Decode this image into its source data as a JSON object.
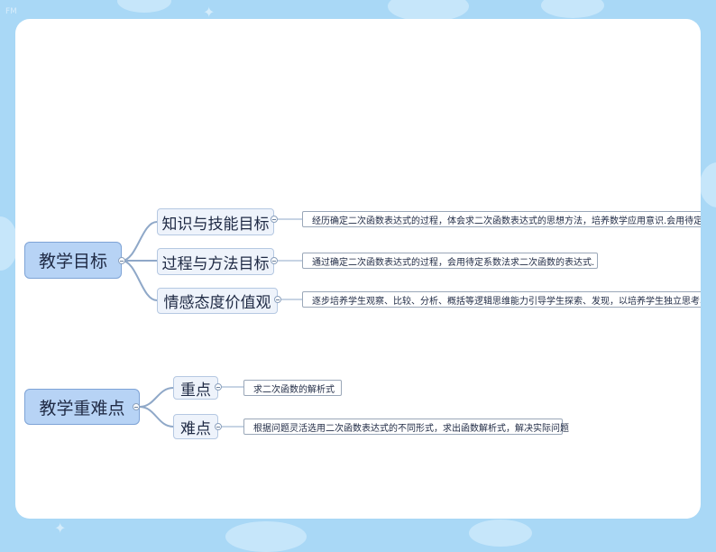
{
  "background": {
    "color": "#a9d8f6",
    "card_color": "#ffffff"
  },
  "corner_label": "FM",
  "mindmap": {
    "goals": {
      "title": "教学目标",
      "branches": [
        {
          "label": "知识与技能目标",
          "text": "经历确定二次函数表达式的过程，体会求二次函数表达式的思想方法，培养数学应用意识.会用待定系数法"
        },
        {
          "label": "过程与方法目标",
          "text": "通过确定二次函数表达式的过程，会用待定系数法求二次函数的表达式."
        },
        {
          "label": "情感态度价值观",
          "text": "逐步培养学生观察、比较、分析、概括等逻辑思维能力引导学生探索、发现，以培养学生独立思考、勇于"
        }
      ]
    },
    "key_points": {
      "title": "教学重难点",
      "branches": [
        {
          "label": "重点",
          "text": "求二次函数的解析式"
        },
        {
          "label": "难点",
          "text": "根据问题灵活选用二次函数表达式的不同形式，求出函数解析式，解决实际问题"
        }
      ]
    }
  },
  "colors": {
    "root_fill": "#b7d3f5",
    "branch_fill": "#eef3fb",
    "connector": "#8fa8c8"
  }
}
